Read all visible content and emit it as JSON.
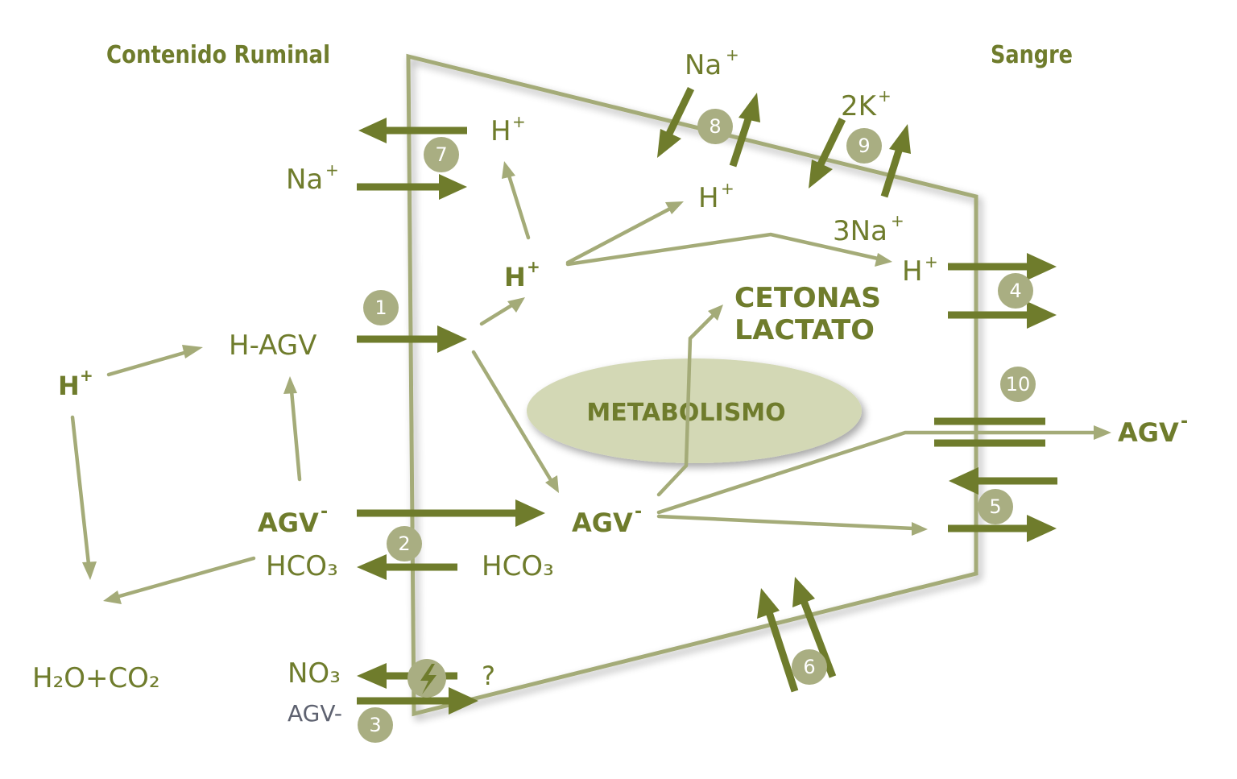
{
  "headings": {
    "left": "Contenido Ruminal",
    "right": "Sangre"
  },
  "labels": {
    "na_top": "Na",
    "na_top_sup": "+",
    "k2": "2K",
    "k2_sup": "+",
    "h_top": "H",
    "h_top_sup": "+",
    "na_left": "Na",
    "na_left_sup": "+",
    "h_mid": "H",
    "h_mid_sup": "+",
    "na3": "3Na",
    "na3_sup": "+",
    "h_right": "H",
    "h_right_sup": "+",
    "h_center_bold": "H",
    "h_center_bold_sup": "+",
    "h_left_bold": "H",
    "h_left_bold_sup": "+",
    "h_agv": "H-AGV",
    "cetonas": "CETONAS",
    "lactato": "LACTATO",
    "metabolismo": "METABOLISMO",
    "agv_right": "AGV",
    "agv_right_sup": "-",
    "agv_left": "AGV",
    "agv_left_sup": "-",
    "agv_center": "AGV",
    "agv_center_sup": "-",
    "hco3_left": "HCO₃",
    "hco3_right": "HCO₃",
    "h2o_co2": "H₂O+CO₂",
    "no3": "NO₃",
    "question": "?",
    "agv_dash": "AGV-"
  },
  "badges": [
    "1",
    "2",
    "3",
    "4",
    "5",
    "6",
    "7",
    "8",
    "9",
    "10"
  ],
  "colors": {
    "dark_olive": "#6f7c2c",
    "light_olive": "#a4ab78",
    "badge": "#a9ae82",
    "ellipse": "#d3d8b5",
    "gray_text": "#5e6270"
  }
}
